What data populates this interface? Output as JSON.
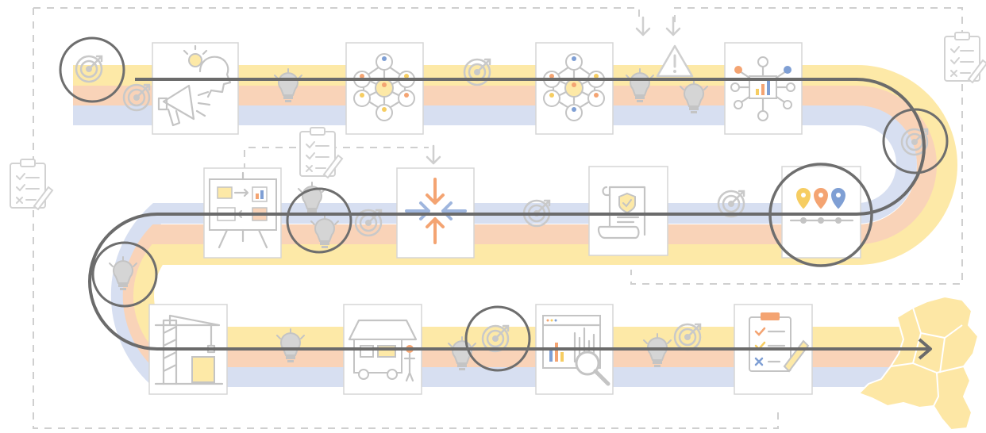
{
  "colors": {
    "band_yellow": "#fde9a7",
    "band_orange": "#f9d3b8",
    "band_blue": "#d7dff1",
    "route": "#6b6b6b",
    "card_border": "#d6d6d6",
    "icon_gray": "#c4c4c4",
    "accent_orange": "#f4a472",
    "accent_yellow": "#f6cd62",
    "accent_blue": "#7f9fd4",
    "map_yellow": "#fde7a5"
  },
  "stations": [
    {
      "row": 1,
      "icon": "idea-megaphone-icon"
    },
    {
      "row": 1,
      "icon": "team-network-icon"
    },
    {
      "row": 1,
      "icon": "team-network-icon"
    },
    {
      "row": 1,
      "icon": "data-hub-icon"
    },
    {
      "row": 2,
      "icon": "presentation-board-icon"
    },
    {
      "row": 2,
      "icon": "converging-arrows-icon"
    },
    {
      "row": 2,
      "icon": "certificate-scroll-icon"
    },
    {
      "row": 2,
      "icon": "location-pins-timeline-icon"
    },
    {
      "row": 3,
      "icon": "construction-crane-icon"
    },
    {
      "row": 3,
      "icon": "food-truck-icon"
    },
    {
      "row": 3,
      "icon": "analytics-magnifier-icon"
    },
    {
      "row": 3,
      "icon": "checklist-clipboard-icon"
    }
  ],
  "highlights": [
    "target-icon",
    "target-icon",
    "lightbulbs-icon",
    "lightbulb-icon",
    "location-pins-timeline-icon",
    "target-icon"
  ],
  "decorations": [
    "target-icon",
    "lightbulb-icon",
    "warning-icon",
    "down-arrow-icon",
    "clipboard-icon",
    "netherlands-map-icon"
  ]
}
